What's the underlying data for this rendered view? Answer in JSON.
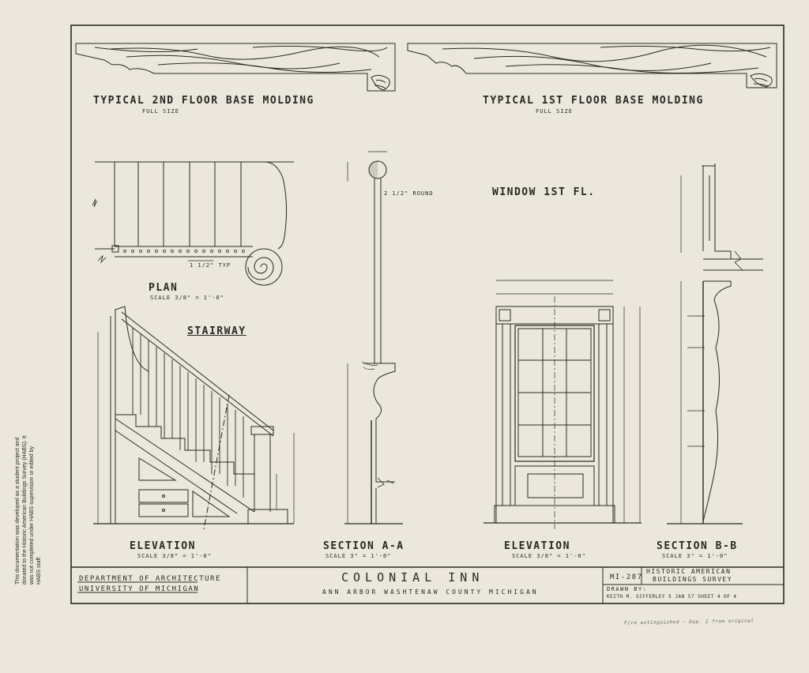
{
  "labels": {
    "molding_2nd": "TYPICAL 2ND FLOOR BASE MOLDING",
    "molding_2nd_scale": "FULL SIZE",
    "molding_1st": "TYPICAL 1ST FLOOR BASE MOLDING",
    "molding_1st_scale": "FULL SIZE",
    "plan": "PLAN",
    "plan_scale": "SCALE 3/8\" = 1'-0\"",
    "stairway": "STAIRWAY",
    "window": "WINDOW 1ST FL.",
    "elev_left": "ELEVATION",
    "elev_left_scale": "SCALE 3/8\" = 1'-0\"",
    "section_aa": "SECTION A-A",
    "section_aa_scale": "SCALE 3\" = 1'-0\"",
    "elev_right": "ELEVATION",
    "elev_right_scale": "SCALE 3/8\" = 1'-0\"",
    "section_bb": "SECTION B-B",
    "section_bb_scale": "SCALE 3\" = 1'-0\""
  },
  "dims": {
    "round": "2 1/2\" ROUND",
    "typ": "1 1/2\" TYP"
  },
  "title_block": {
    "dept": "DEPARTMENT OF ARCHITECTURE",
    "univ": "UNIVERSITY OF MICHIGAN",
    "name": "COLONIAL INN",
    "location": "ANN ARBOR   WASHTENAW COUNTY   MICHIGAN",
    "code": "MI-287",
    "habs_1": "HISTORIC AMERICAN",
    "habs_2": "BUILDINGS SURVEY",
    "drawn_by_label": "DRAWN BY:",
    "drawn_by": "KEITH M. SIFFERLEY  5 JAN 57  SHEET 4 OF 4"
  },
  "side_note": "This documentation was developed as a student project and donated to the Historic American Buildings Survey (HABS). It was not completed under HABS supervision or edited by HABS staff.",
  "footer_note": "Fire extinguished — Dup. 2 from original"
}
